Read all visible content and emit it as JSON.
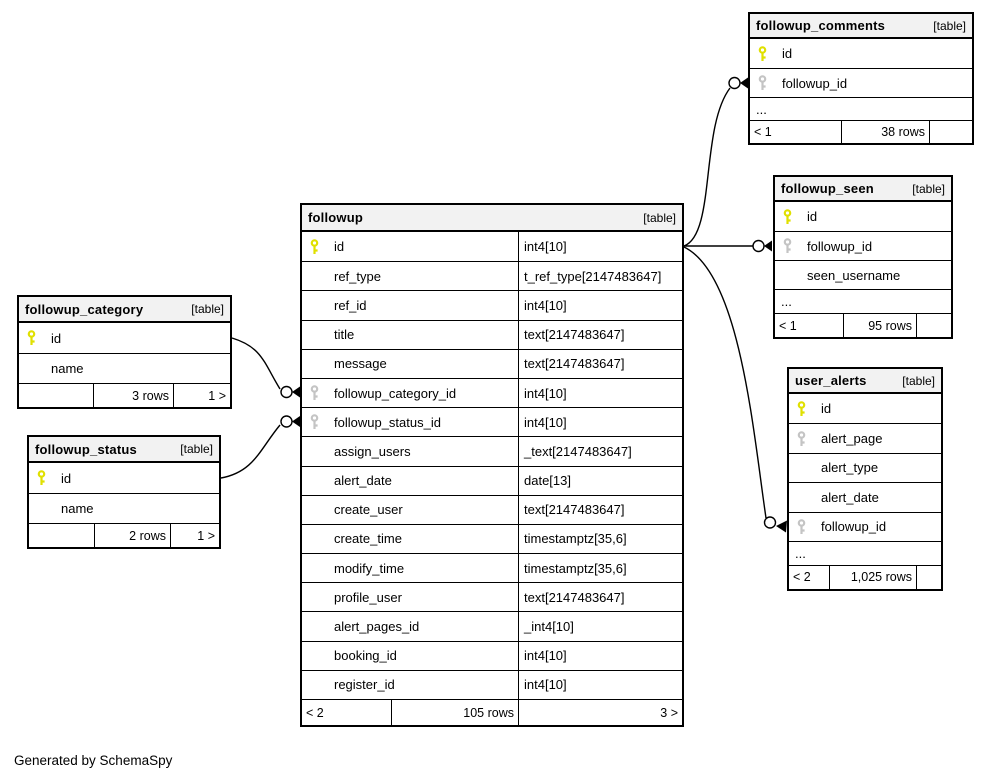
{
  "note": "Generated by SchemaSpy",
  "colors": {
    "primary_key": "#e0e000",
    "foreign_key": "#c4c4c4",
    "header_bg": "#f2f2f2",
    "border": "#000000",
    "background": "#ffffff"
  },
  "tables": {
    "followup": {
      "title": "followup",
      "tag": "[table]",
      "columns": [
        {
          "name": "id",
          "type": "int4[10]",
          "key": "pk"
        },
        {
          "name": "ref_type",
          "type": "t_ref_type[2147483647]",
          "key": ""
        },
        {
          "name": "ref_id",
          "type": "int4[10]",
          "key": ""
        },
        {
          "name": "title",
          "type": "text[2147483647]",
          "key": ""
        },
        {
          "name": "message",
          "type": "text[2147483647]",
          "key": ""
        },
        {
          "name": "followup_category_id",
          "type": "int4[10]",
          "key": "fk"
        },
        {
          "name": "followup_status_id",
          "type": "int4[10]",
          "key": "fk"
        },
        {
          "name": "assign_users",
          "type": "_text[2147483647]",
          "key": ""
        },
        {
          "name": "alert_date",
          "type": "date[13]",
          "key": ""
        },
        {
          "name": "create_user",
          "type": "text[2147483647]",
          "key": ""
        },
        {
          "name": "create_time",
          "type": "timestamptz[35,6]",
          "key": ""
        },
        {
          "name": "modify_time",
          "type": "timestamptz[35,6]",
          "key": ""
        },
        {
          "name": "profile_user",
          "type": "text[2147483647]",
          "key": ""
        },
        {
          "name": "alert_pages_id",
          "type": "_int4[10]",
          "key": ""
        },
        {
          "name": "booking_id",
          "type": "int4[10]",
          "key": ""
        },
        {
          "name": "register_id",
          "type": "int4[10]",
          "key": ""
        }
      ],
      "footer": {
        "parents": "< 2",
        "rows": "105 rows",
        "children": "3 >"
      }
    },
    "followup_comments": {
      "title": "followup_comments",
      "tag": "[table]",
      "columns": [
        {
          "name": "id",
          "key": "pk"
        },
        {
          "name": "followup_id",
          "key": "fk"
        }
      ],
      "more": "...",
      "footer": {
        "parents": "< 1",
        "rows": "38 rows",
        "children": ""
      }
    },
    "followup_seen": {
      "title": "followup_seen",
      "tag": "[table]",
      "columns": [
        {
          "name": "id",
          "key": "pk"
        },
        {
          "name": "followup_id",
          "key": "fk"
        },
        {
          "name": "seen_username",
          "key": ""
        }
      ],
      "more": "...",
      "footer": {
        "parents": "< 1",
        "rows": "95 rows",
        "children": ""
      }
    },
    "user_alerts": {
      "title": "user_alerts",
      "tag": "[table]",
      "columns": [
        {
          "name": "id",
          "key": "pk"
        },
        {
          "name": "alert_page",
          "key": "fk"
        },
        {
          "name": "alert_type",
          "key": ""
        },
        {
          "name": "alert_date",
          "key": ""
        },
        {
          "name": "followup_id",
          "key": "fk"
        }
      ],
      "more": "...",
      "footer": {
        "parents": "< 2",
        "rows": "1,025 rows",
        "children": ""
      }
    },
    "followup_category": {
      "title": "followup_category",
      "tag": "[table]",
      "columns": [
        {
          "name": "id",
          "key": "pk"
        },
        {
          "name": "name",
          "key": ""
        }
      ],
      "footer": {
        "parents": "",
        "rows": "3 rows",
        "children": "1 >"
      }
    },
    "followup_status": {
      "title": "followup_status",
      "tag": "[table]",
      "columns": [
        {
          "name": "id",
          "key": "pk"
        },
        {
          "name": "name",
          "key": ""
        }
      ],
      "footer": {
        "parents": "",
        "rows": "2 rows",
        "children": "1 >"
      }
    }
  },
  "relationships": [
    {
      "parent": "followup_category.id",
      "child": "followup.followup_category_id"
    },
    {
      "parent": "followup_status.id",
      "child": "followup.followup_status_id"
    },
    {
      "parent": "followup.id",
      "child": "followup_comments.followup_id"
    },
    {
      "parent": "followup.id",
      "child": "followup_seen.followup_id"
    },
    {
      "parent": "followup.id",
      "child": "user_alerts.followup_id"
    }
  ]
}
